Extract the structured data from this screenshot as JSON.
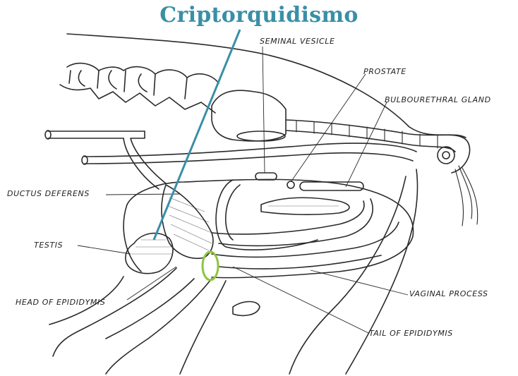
{
  "title": "Criptorquidismo",
  "colors": {
    "title": "#3a8fa6",
    "pointer": "#3a8fa6",
    "highlight_ring": "#8cc63f",
    "ink": "#2a2a2a",
    "background": "#ffffff"
  },
  "labels": {
    "seminal_vesicle": "SEMINAL VESICLE",
    "prostate": "PROSTATE",
    "bulbourethral_gland": "BULBOURETHRAL GLAND",
    "ductus_deferens": "DUCTUS DEFERENS",
    "testis": "TESTIS",
    "head_of_epididymis": "HEAD OF EPIDIDYMIS",
    "vaginal_process": "VAGINAL PROCESS",
    "tail_of_epididymis": "TAIL OF EPIDIDYMIS"
  }
}
